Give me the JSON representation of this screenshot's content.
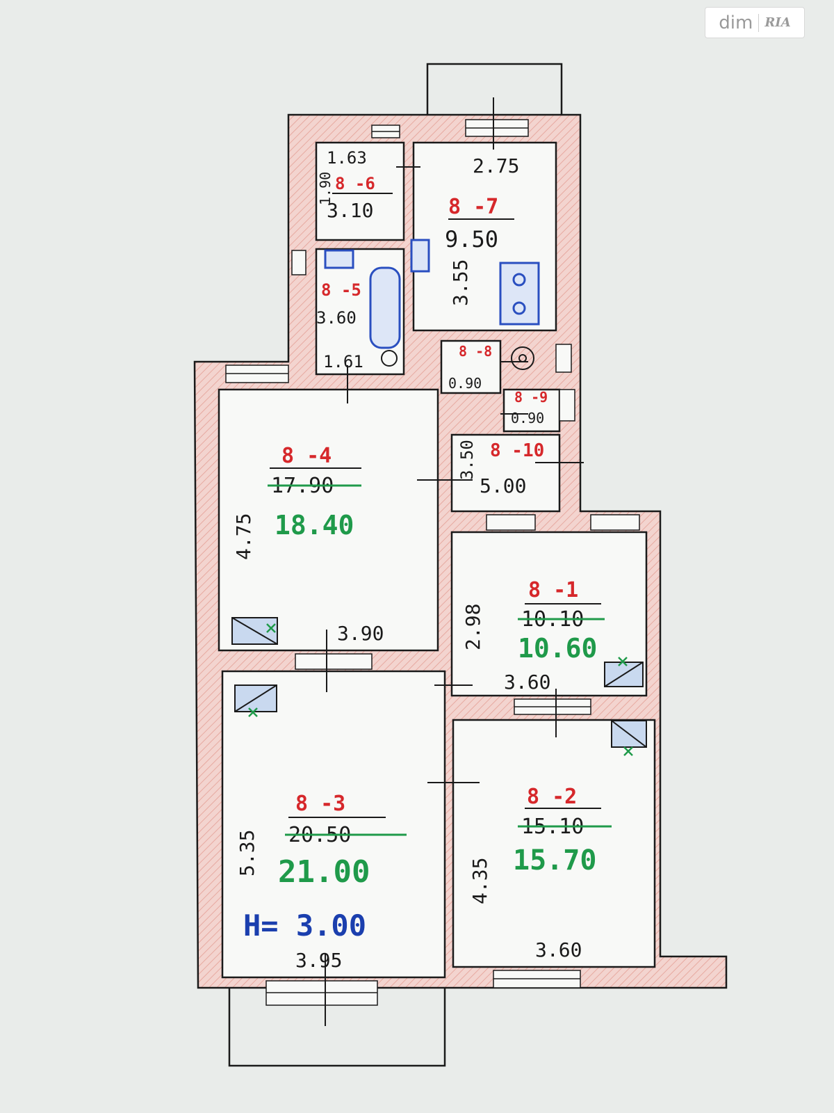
{
  "watermark": {
    "brand": "dim",
    "brand2": "RIA"
  },
  "colors": {
    "wall": "#f0c9c3",
    "line": "#1a1a1a",
    "red": "#d6282b",
    "green": "#1f9a4a",
    "blue": "#1b3fae"
  },
  "rooms": [
    {
      "id": "r6",
      "code": "8 -6",
      "area": "3.10"
    },
    {
      "id": "r7",
      "code": "8 -7",
      "area": "9.50"
    },
    {
      "id": "r5",
      "code": "8 -5",
      "area": "3.60"
    },
    {
      "id": "r8",
      "code": "8 -8",
      "area": "0.90"
    },
    {
      "id": "r9",
      "code": "8 -9",
      "area": "0.90"
    },
    {
      "id": "r10",
      "code": "8 -10",
      "area": "5.00"
    },
    {
      "id": "r4",
      "code": "8 -4",
      "old_area": "17.90",
      "new_area": "18.40"
    },
    {
      "id": "r1",
      "code": "8 -1",
      "old_area": "10.10",
      "new_area": "10.60"
    },
    {
      "id": "r3",
      "code": "8 -3",
      "old_area": "20.50",
      "new_area": "21.00"
    },
    {
      "id": "r2",
      "code": "8 -2",
      "old_area": "15.10",
      "new_area": "15.70"
    }
  ],
  "dimensions": {
    "r6_width": "1.63",
    "r6_depth": "1.90",
    "r7_width": "2.75",
    "r7_depth": "3.55",
    "r5_width": "1.61",
    "r10_depth": "3.50",
    "r4_depth": "4.75",
    "r4_width": "3.90",
    "r1_depth": "2.98",
    "r1_width": "3.60",
    "r3_depth": "5.35",
    "r3_width": "3.95",
    "r2_depth": "4.35",
    "r2_width": "3.60"
  },
  "ceiling_height": "H= 3.00"
}
